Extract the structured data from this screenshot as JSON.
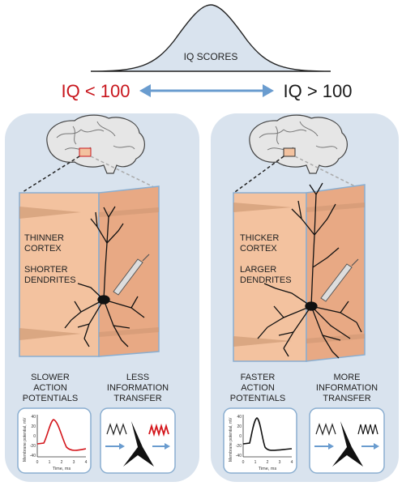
{
  "header": {
    "curve_label": "IQ SCORES",
    "left_label": "IQ < 100",
    "right_label": "IQ > 100"
  },
  "panels": [
    {
      "id": "low",
      "cortex_line1": "THINNER",
      "cortex_line2": "CORTEX",
      "dendrite_line1": "SHORTER",
      "dendrite_line2": "DENDRITES",
      "ap_line1": "SLOWER",
      "ap_line2": "ACTION",
      "ap_line3": "POTENTIALS",
      "info_line1": "LESS",
      "info_line2": "INFORMATION",
      "info_line3": "TRANSFER",
      "plot_color": "#d4161c",
      "output_wave_color": "#d4161c"
    },
    {
      "id": "high",
      "cortex_line1": "THICKER",
      "cortex_line2": "CORTEX",
      "dendrite_line1": "LARGER",
      "dendrite_line2": "DENDRITES",
      "ap_line1": "FASTER",
      "ap_line2": "ACTION",
      "ap_line3": "POTENTIALS",
      "info_line1": "MORE",
      "info_line2": "INFORMATION",
      "info_line3": "TRANSFER",
      "plot_color": "#111111",
      "output_wave_color": "#111111"
    }
  ],
  "plot": {
    "ylabel": "Membrane potential, mV",
    "xlabel": "Time, ms",
    "yticks": [
      "40",
      "20",
      "0",
      "-20",
      "-40"
    ],
    "xticks": [
      "0",
      "1",
      "2",
      "3",
      "4"
    ]
  },
  "colors": {
    "panel_bg": "#d9e3ee",
    "tissue": "#f3c29f",
    "tissue_side": "#e8a984",
    "arrow": "#6a9ccf",
    "left_text": "#c8161d",
    "right_text": "#1a1a1a"
  }
}
